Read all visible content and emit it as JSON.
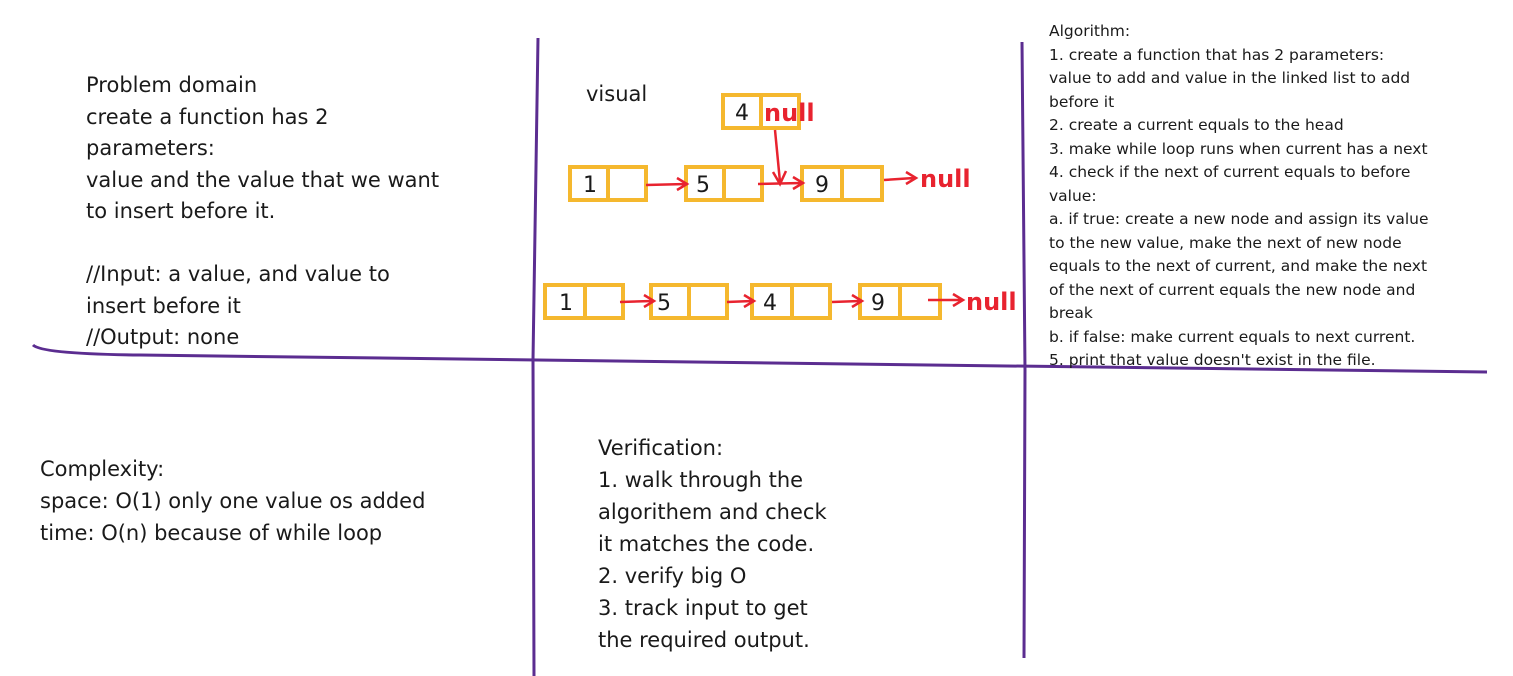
{
  "problem": {
    "text": "Problem domain\ncreate a function has 2\nparameters:\nvalue and the value that we want\nto insert before it.\n\n//Input: a value, and value to\ninsert before it\n//Output: none"
  },
  "visual": {
    "label": "visual",
    "null_label": "null",
    "new_node": "4",
    "before_list": [
      "1",
      "5",
      "9"
    ],
    "after_list": [
      "1",
      "5",
      "4",
      "9"
    ]
  },
  "algorithm": {
    "text": "Algorithm:\n1. create a function that has  2 parameters:\nvalue to add and value in the linked list to add\nbefore it\n2. create a current equals to the head\n3. make while loop runs when current has a next\n4. check if the next of current equals to before\nvalue:\na. if true: create a new node and assign its value\nto the new value, make the next of new node\nequals to the next of current, and make the next\nof the next of current equals the new node and\nbreak\nb. if false: make current equals to next current.\n5. print that value doesn't exist in the file."
  },
  "complexity": {
    "text": "Complexity:\nspace: O(1) only one value os added\ntime: O(n) because of while loop"
  },
  "verification": {
    "text": "Verification:\n1. walk through the\nalgorithem and check\nit matches the code.\n2. verify big O\n3. track input to get\nthe required output."
  },
  "colors": {
    "node_outline": "#f5b82e",
    "arrow": "#e8232f",
    "divider": "#5b2d90"
  }
}
